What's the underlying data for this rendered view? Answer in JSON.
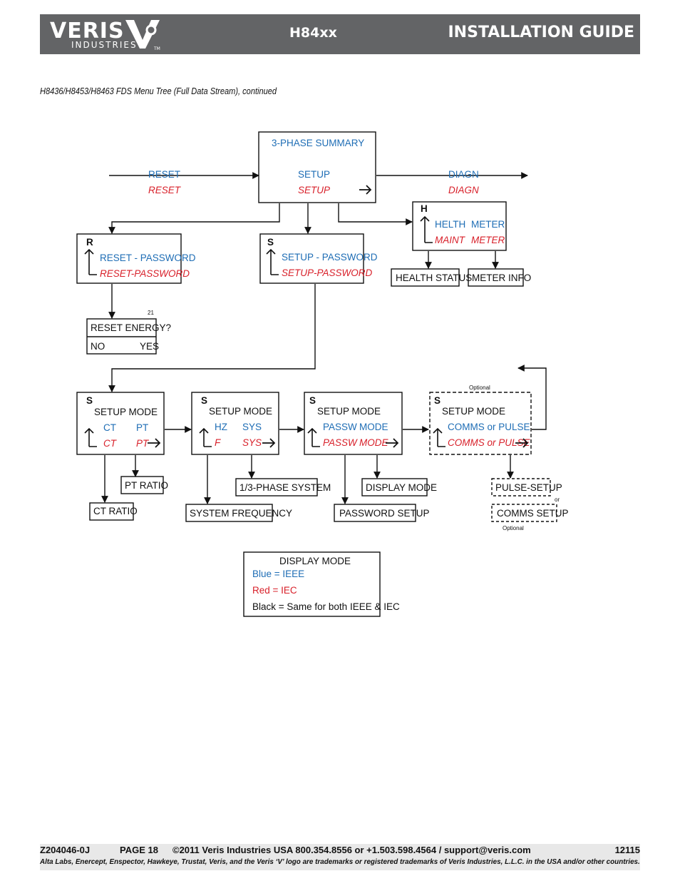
{
  "header": {
    "logo_main": "VERIS",
    "logo_sub": "INDUSTRIES",
    "logo_tm": "TM",
    "model": "H84xx",
    "guide_title": "INSTALLATION GUIDE"
  },
  "subtitle": "H8436/H8453/H8463 FDS Menu Tree (Full Data Stream), continued",
  "diagram": {
    "summary": {
      "title": "3-PHASE SUMMARY",
      "ieee": "SETUP",
      "iec": "SETUP"
    },
    "left_arrow": {
      "ieee": "RESET",
      "iec": "RESET"
    },
    "right_arrow": {
      "ieee": "DIAGN",
      "iec": "DIAGN"
    },
    "diag_box": {
      "letter": "H",
      "ieee_1": "HELTH",
      "ieee_2": "METER",
      "iec_1": "MAINT",
      "iec_2": "METER"
    },
    "reset_box": {
      "letter": "R",
      "ieee": "RESET - PASSWORD",
      "iec": "RESET-PASSWORD"
    },
    "setup_box": {
      "letter": "S",
      "ieee": "SETUP - PASSWORD",
      "iec": "SETUP-PASSWORD"
    },
    "health_status": "HEALTH STATUS",
    "meter_info": "METER INFO",
    "note_21": "21",
    "reset_energy": {
      "question": "RESET ENERGY?",
      "no": "NO",
      "yes": "YES"
    },
    "mode_ct": {
      "letter": "S",
      "title": "SETUP MODE",
      "ieee_1": "CT",
      "ieee_2": "PT",
      "iec_1": "CT",
      "iec_2": "PT"
    },
    "mode_hz": {
      "letter": "S",
      "title": "SETUP MODE",
      "ieee_1": "HZ",
      "ieee_2": "SYS",
      "iec_1": "F",
      "iec_2": "SYS"
    },
    "mode_passw": {
      "letter": "S",
      "title": "SETUP MODE",
      "ieee_1": "PASSW",
      "ieee_2": "MODE",
      "iec_1": "PASSW",
      "iec_2": "MODE"
    },
    "mode_comms": {
      "letter": "S",
      "title": "SETUP MODE",
      "ieee": "COMMS or PULSE",
      "iec": "COMMS or PULSE"
    },
    "optional_top": "Optional",
    "optional_bottom": "Optional",
    "or_label": "or",
    "leaves": {
      "pt_ratio": "PT RATIO",
      "ct_ratio": "CT RATIO",
      "phase_system": "1/3-PHASE SYSTEM",
      "system_frequency": "SYSTEM FREQUENCY",
      "display_mode": "DISPLAY MODE",
      "password_setup": "PASSWORD SETUP",
      "pulse_setup": "PULSE-SETUP",
      "comms_setup": "COMMS SETUP"
    },
    "legend": {
      "title": "DISPLAY MODE",
      "blue": "Blue = IEEE",
      "red": "Red = IEC",
      "black": "Black = Same for both IEEE & IEC"
    }
  },
  "colors": {
    "ieee": "#1e6db5",
    "iec": "#d8202a",
    "header_bg": "#636466"
  },
  "footer": {
    "doc_number": "Z204046-0J",
    "page": "PAGE 18",
    "contact": "©2011 Veris Industries   USA 800.354.8556 or +1.503.598.4564  / support@veris.com",
    "code": "12115",
    "trademark": "Alta Labs, Enercept, Enspector, Hawkeye, Trustat, Veris, and the Veris ‘V’ logo are trademarks or registered trademarks of  Veris Industries, L.L.C. in the USA and/or other countries."
  }
}
